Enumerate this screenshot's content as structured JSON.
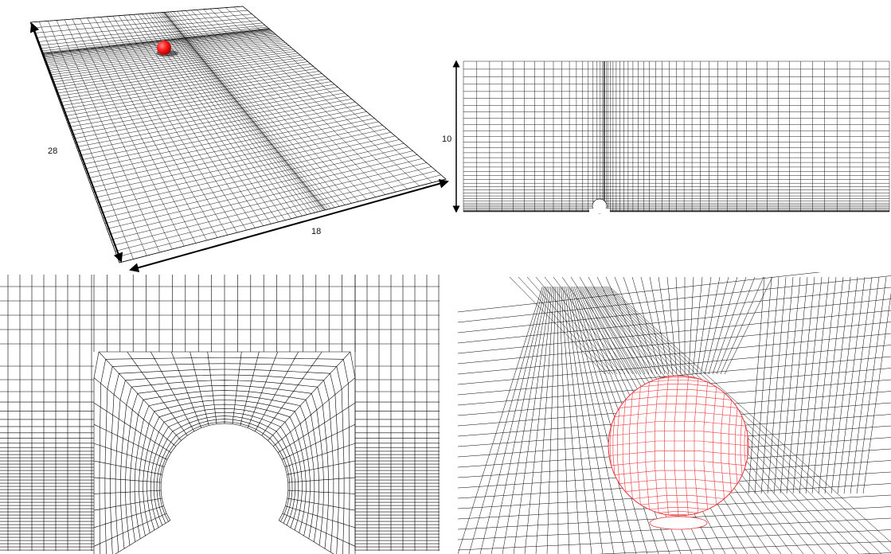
{
  "panels": {
    "perspective": {
      "label_length": "28",
      "label_width": "18"
    },
    "side": {
      "label_height": "10"
    },
    "closeup2d": {},
    "closeup3d": {}
  },
  "colors": {
    "mesh": "#000000",
    "sphere_fill": "#ff1a1a",
    "sphere_mesh": "#e8343a",
    "background": "#ffffff"
  }
}
